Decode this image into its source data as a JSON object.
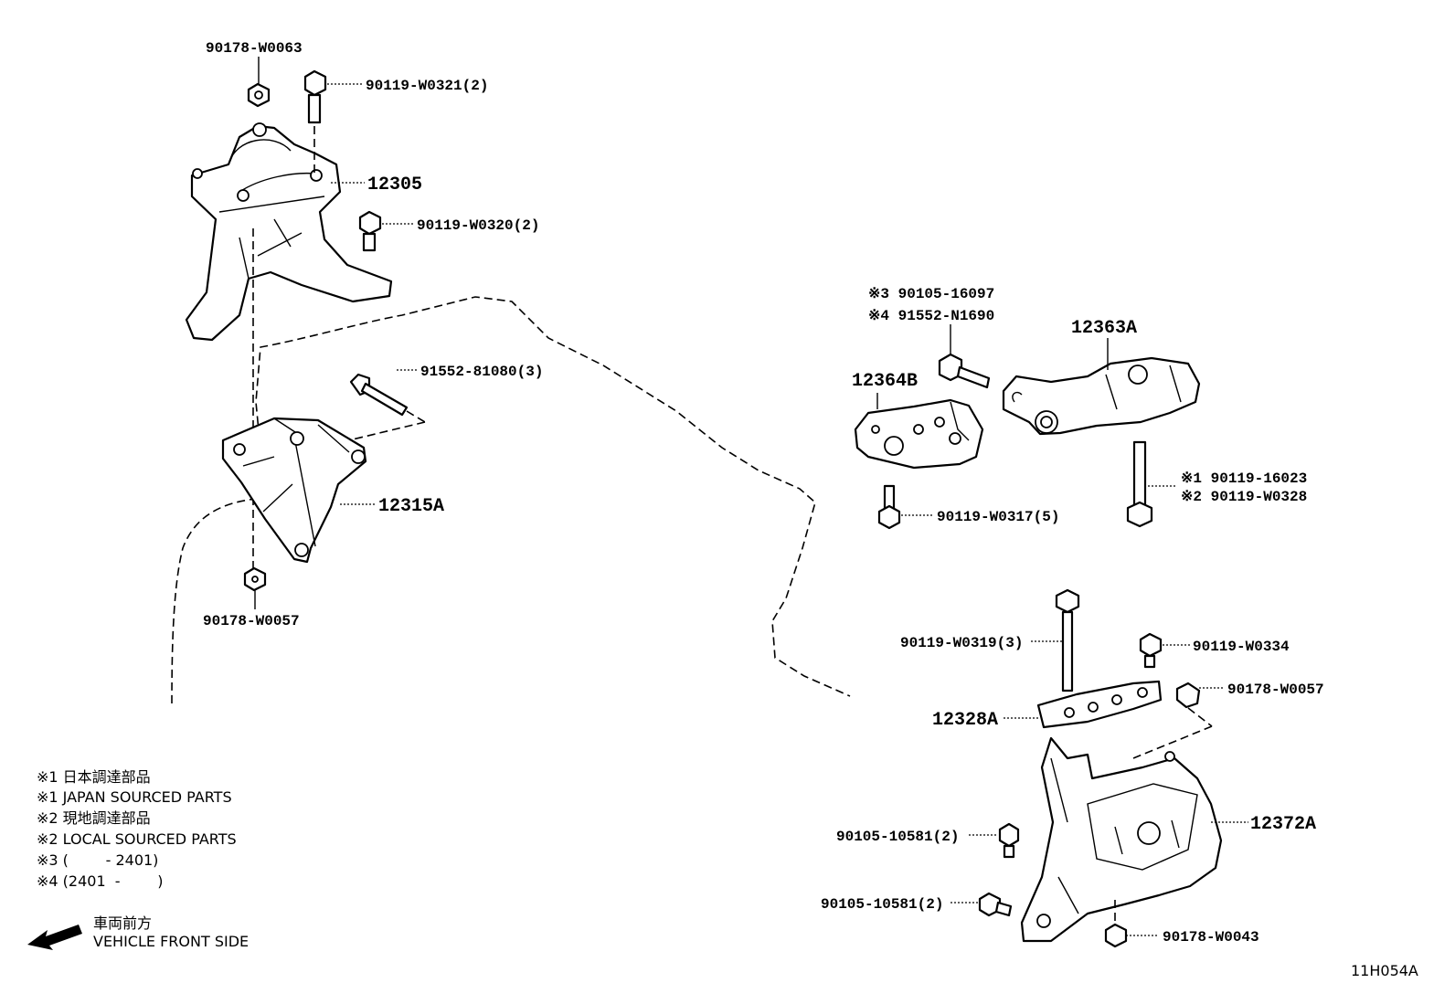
{
  "parts": {
    "p_90178_W0063": "90178-W0063",
    "p_90119_W0321": "90119-W0321(2)",
    "p_12305": "12305",
    "p_90119_W0320": "90119-W0320(2)",
    "p_91552_81080": "91552-81080(3)",
    "p_12315A": "12315A",
    "p_90178_W0057_left": "90178-W0057",
    "p_90105_16097": "※3 90105-16097",
    "p_91552_N1690": "※4 91552-N1690",
    "p_12363A": "12363A",
    "p_12364B": "12364B",
    "p_90119_16023": "※1 90119-16023",
    "p_90119_W0328": "※2 90119-W0328",
    "p_90119_W0317": "90119-W0317(5)",
    "p_90119_W0319": "90119-W0319(3)",
    "p_90119_W0334": "90119-W0334",
    "p_90178_W0057_right": "90178-W0057",
    "p_12328A": "12328A",
    "p_12372A": "12372A",
    "p_90105_10581_a": "90105-10581(2)",
    "p_90105_10581_b": "90105-10581(2)",
    "p_90178_W0043": "90178-W0043"
  },
  "legend": {
    "note1_jp": "※1 日本調達部品",
    "note1_en": "※1 JAPAN SOURCED PARTS",
    "note2_jp": "※2 現地調達部品",
    "note2_en": "※2 LOCAL SOURCED PARTS",
    "note3": "※3 (        - 2401)",
    "note4": "※4 (2401  -        )"
  },
  "direction": {
    "label_jp": "車両前方",
    "label_en": "VEHICLE FRONT SIDE",
    "icon": "arrow-left-icon"
  },
  "diagram_code": "11H054A"
}
